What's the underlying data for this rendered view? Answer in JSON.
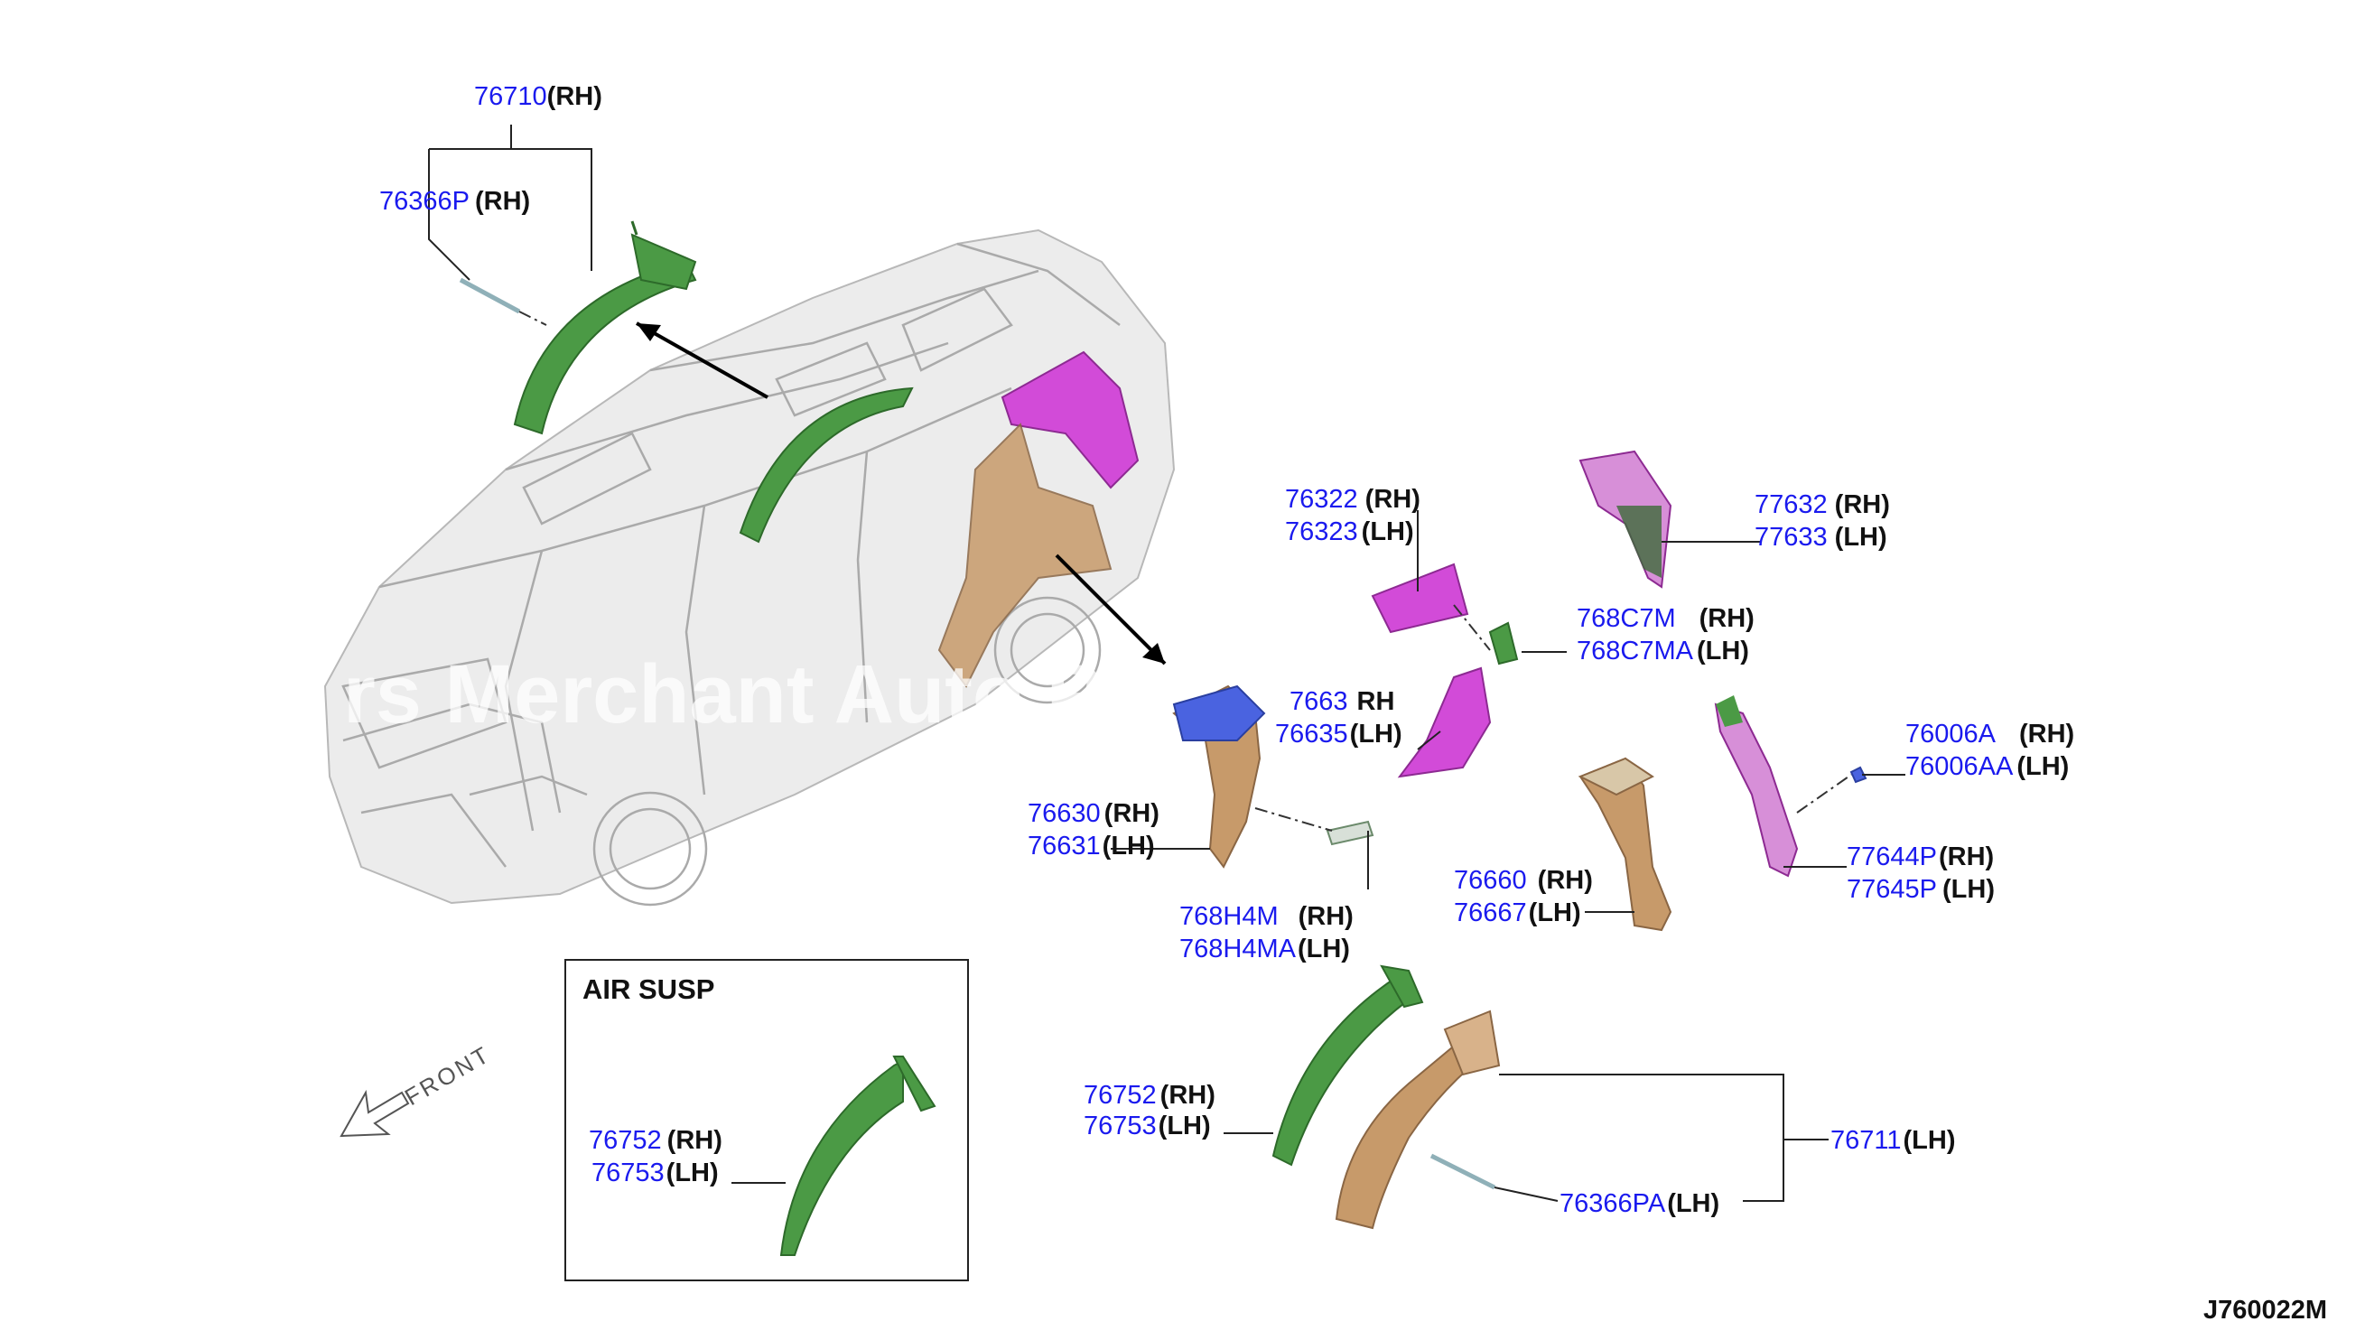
{
  "labels": {
    "l76710": {
      "part": "76710",
      "side": "(RH)"
    },
    "l76366P": {
      "part": "76366P",
      "side": "(RH)"
    },
    "l76322": {
      "part": "76322",
      "side": "(RH)"
    },
    "l76323": {
      "part": "76323",
      "side": "(LH)"
    },
    "l77632": {
      "part": "77632",
      "side": "(RH)"
    },
    "l77633": {
      "part": "77633",
      "side": "(LH)"
    },
    "l768C7M": {
      "part": "768C7M",
      "side": "(RH)"
    },
    "l768C7MA": {
      "part": "768C7MA",
      "side": "(LH)"
    },
    "l76634": {
      "part": "7663",
      "side": "RH"
    },
    "l76635": {
      "part": "76635",
      "side": "(LH)"
    },
    "l76006A": {
      "part": "76006A",
      "side": "(RH)"
    },
    "l76006AA": {
      "part": "76006AA",
      "side": "(LH)"
    },
    "l76630": {
      "part": "76630",
      "side": "(RH)"
    },
    "l76631": {
      "part": "76631",
      "side": "(LH)"
    },
    "l77644P": {
      "part": "77644P",
      "side": "(RH)"
    },
    "l77645P": {
      "part": "77645P",
      "side": "(LH)"
    },
    "l76660": {
      "part": "76660",
      "side": "(RH)"
    },
    "l76667": {
      "part": "76667",
      "side": "(LH)"
    },
    "l768H4M": {
      "part": "768H4M",
      "side": "(RH)"
    },
    "l768H4MA": {
      "part": "768H4MA",
      "side": "(LH)"
    },
    "l76752": {
      "part": "76752",
      "side": "(RH)"
    },
    "l76753": {
      "part": "76753",
      "side": "(LH)"
    },
    "l76711": {
      "part": "76711",
      "side": "(LH)"
    },
    "l76366PA": {
      "part": "76366PA",
      "side": "(LH)"
    },
    "l76752b": {
      "part": "76752",
      "side": "(RH)"
    },
    "l76753b": {
      "part": "76753",
      "side": "(LH)"
    }
  },
  "inset": {
    "title": "AIR SUSP"
  },
  "front_label": "FRONT",
  "diagram_code": "J760022M",
  "watermark": "rs Merchant Auto P",
  "colors": {
    "part_number": "#1a1aee",
    "green_part": "#3d8a3a",
    "magenta_part": "#d24bd8",
    "tan_part": "#c79a6a",
    "blue_part": "#4a63e0"
  }
}
